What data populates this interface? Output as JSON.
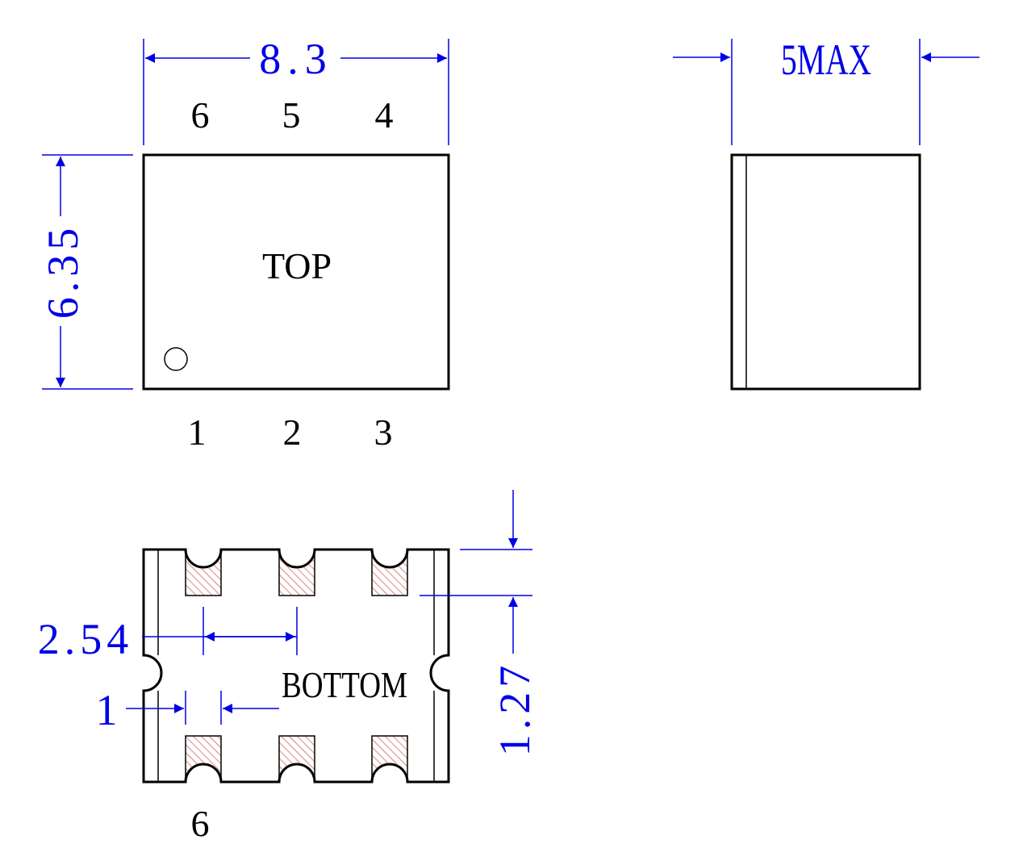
{
  "dimensions": {
    "width": "8.3",
    "height": "6.35",
    "thickness": "5MAX",
    "pitch": "2.54",
    "pad_gap": "1",
    "pad_length": "1.27"
  },
  "views": {
    "top_label": "TOP",
    "bottom_label": "BOTTOM"
  },
  "pins": {
    "top_row": [
      "6",
      "5",
      "4"
    ],
    "bottom_row": [
      "1",
      "2",
      "3"
    ],
    "bottom_view_pin": "6"
  },
  "colors": {
    "dimension": "#0000e6",
    "outline": "#000000",
    "pad_hatch": "#c83232"
  }
}
